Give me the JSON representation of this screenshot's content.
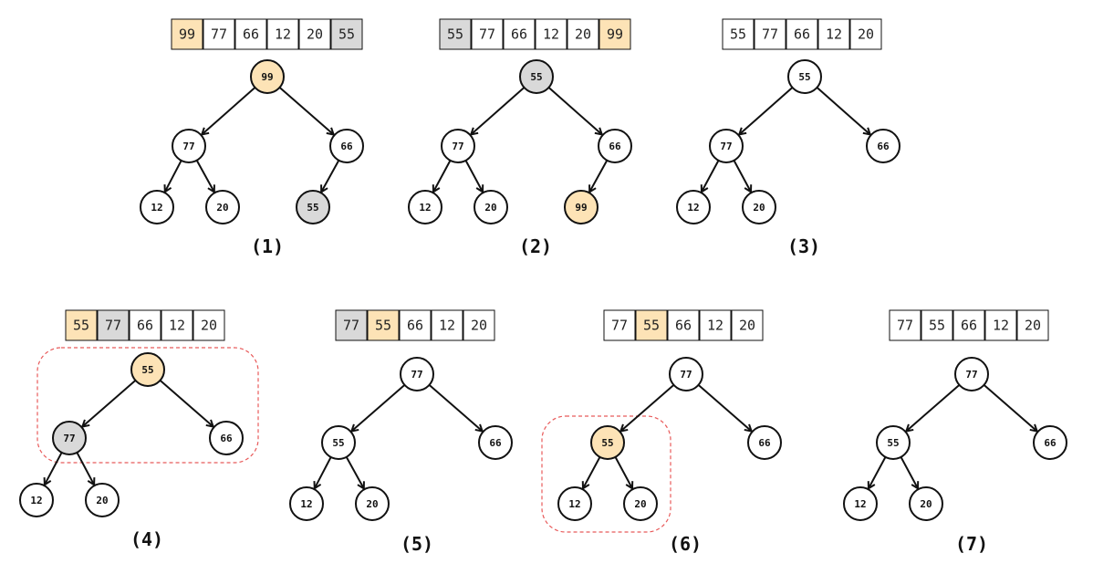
{
  "colors": {
    "highlight": "#fde3b6",
    "swap": "#d9d9d9",
    "plain": "#ffffff",
    "border": "#111111",
    "focus_box": "#e85a5a"
  },
  "panels": [
    {
      "caption": "(1)",
      "array": [
        {
          "v": "99",
          "c": "highlight"
        },
        {
          "v": "77",
          "c": "plain"
        },
        {
          "v": "66",
          "c": "plain"
        },
        {
          "v": "12",
          "c": "plain"
        },
        {
          "v": "20",
          "c": "plain"
        },
        {
          "v": "55",
          "c": "swap"
        }
      ],
      "nodes": [
        {
          "v": "99",
          "c": "highlight"
        },
        {
          "v": "77",
          "c": "plain"
        },
        {
          "v": "66",
          "c": "plain"
        },
        {
          "v": "12",
          "c": "plain"
        },
        {
          "v": "20",
          "c": "plain"
        },
        {
          "v": "55",
          "c": "swap"
        }
      ]
    },
    {
      "caption": "(2)",
      "array": [
        {
          "v": "55",
          "c": "swap"
        },
        {
          "v": "77",
          "c": "plain"
        },
        {
          "v": "66",
          "c": "plain"
        },
        {
          "v": "12",
          "c": "plain"
        },
        {
          "v": "20",
          "c": "plain"
        },
        {
          "v": "99",
          "c": "highlight"
        }
      ],
      "nodes": [
        {
          "v": "55",
          "c": "swap"
        },
        {
          "v": "77",
          "c": "plain"
        },
        {
          "v": "66",
          "c": "plain"
        },
        {
          "v": "12",
          "c": "plain"
        },
        {
          "v": "20",
          "c": "plain"
        },
        {
          "v": "99",
          "c": "highlight"
        }
      ]
    },
    {
      "caption": "(3)",
      "array": [
        {
          "v": "55",
          "c": "plain"
        },
        {
          "v": "77",
          "c": "plain"
        },
        {
          "v": "66",
          "c": "plain"
        },
        {
          "v": "12",
          "c": "plain"
        },
        {
          "v": "20",
          "c": "plain"
        }
      ],
      "nodes": [
        {
          "v": "55",
          "c": "plain"
        },
        {
          "v": "77",
          "c": "plain"
        },
        {
          "v": "66",
          "c": "plain"
        },
        {
          "v": "12",
          "c": "plain"
        },
        {
          "v": "20",
          "c": "plain"
        }
      ]
    },
    {
      "caption": "(4)",
      "array": [
        {
          "v": "55",
          "c": "highlight"
        },
        {
          "v": "77",
          "c": "swap"
        },
        {
          "v": "66",
          "c": "plain"
        },
        {
          "v": "12",
          "c": "plain"
        },
        {
          "v": "20",
          "c": "plain"
        }
      ],
      "nodes": [
        {
          "v": "55",
          "c": "highlight"
        },
        {
          "v": "77",
          "c": "swap"
        },
        {
          "v": "66",
          "c": "plain"
        },
        {
          "v": "12",
          "c": "plain"
        },
        {
          "v": "20",
          "c": "plain"
        }
      ]
    },
    {
      "caption": "(5)",
      "array": [
        {
          "v": "77",
          "c": "swap"
        },
        {
          "v": "55",
          "c": "highlight"
        },
        {
          "v": "66",
          "c": "plain"
        },
        {
          "v": "12",
          "c": "plain"
        },
        {
          "v": "20",
          "c": "plain"
        }
      ],
      "nodes": [
        {
          "v": "77",
          "c": "plain"
        },
        {
          "v": "55",
          "c": "plain"
        },
        {
          "v": "66",
          "c": "plain"
        },
        {
          "v": "12",
          "c": "plain"
        },
        {
          "v": "20",
          "c": "plain"
        }
      ]
    },
    {
      "caption": "(6)",
      "array": [
        {
          "v": "77",
          "c": "plain"
        },
        {
          "v": "55",
          "c": "highlight"
        },
        {
          "v": "66",
          "c": "plain"
        },
        {
          "v": "12",
          "c": "plain"
        },
        {
          "v": "20",
          "c": "plain"
        }
      ],
      "nodes": [
        {
          "v": "77",
          "c": "plain"
        },
        {
          "v": "55",
          "c": "highlight"
        },
        {
          "v": "66",
          "c": "plain"
        },
        {
          "v": "12",
          "c": "plain"
        },
        {
          "v": "20",
          "c": "plain"
        }
      ]
    },
    {
      "caption": "(7)",
      "array": [
        {
          "v": "77",
          "c": "plain"
        },
        {
          "v": "55",
          "c": "plain"
        },
        {
          "v": "66",
          "c": "plain"
        },
        {
          "v": "12",
          "c": "plain"
        },
        {
          "v": "20",
          "c": "plain"
        }
      ],
      "nodes": [
        {
          "v": "77",
          "c": "plain"
        },
        {
          "v": "55",
          "c": "plain"
        },
        {
          "v": "66",
          "c": "plain"
        },
        {
          "v": "12",
          "c": "plain"
        },
        {
          "v": "20",
          "c": "plain"
        }
      ]
    }
  ]
}
